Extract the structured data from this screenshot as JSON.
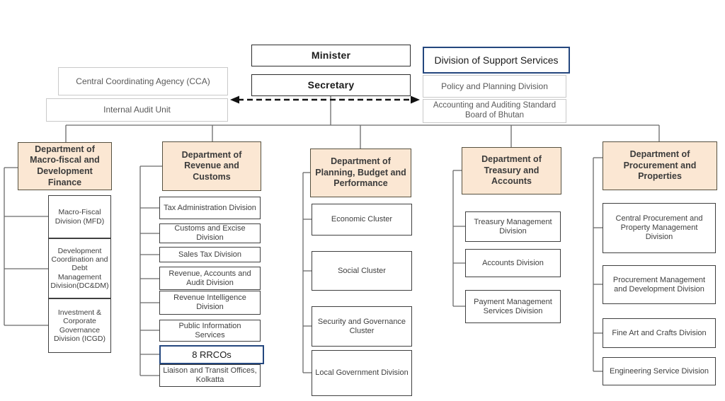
{
  "chart_title": "",
  "colors": {
    "department_fill": "#FBE7D3",
    "department_border": "#56503F",
    "child_border": "#3F3F3F",
    "muted_border": "#C9C9C9",
    "highlight_border": "#24477E",
    "connector_line": "#6A6A6A",
    "dashed_arrow": "#111111"
  },
  "top": {
    "minister": "Minister",
    "secretary": "Secretary",
    "cca": "Central Coordinating Agency (CCA)",
    "internal_audit": "Internal Audit Unit",
    "support_services": "Division of Support Services",
    "policy_planning": "Policy and Planning Division",
    "accounting_board": "Accounting and Auditing Standard Board of Bhutan"
  },
  "departments": [
    {
      "name": "Department of Macro-fiscal and Development Finance",
      "children": [
        "Macro-Fiscal Division (MFD)",
        "Development Coordination and Debt Management Division(DC&DM)",
        "Investment & Corporate Governance Division (ICGD)"
      ]
    },
    {
      "name": "Department of Revenue and Customs",
      "children": [
        "Tax Administration Division",
        "Customs and Excise Division",
        "Sales Tax Division",
        "Revenue, Accounts and Audit Division",
        "Revenue Intelligence Division",
        "Public Information Services",
        "8 RRCOs",
        "Liaison and Transit Offices, Kolkatta"
      ]
    },
    {
      "name": "Department of Planning, Budget and Performance",
      "children": [
        "Economic Cluster",
        "Social Cluster",
        "Security and Governance Cluster",
        "Local Government Division"
      ]
    },
    {
      "name": "Department of Treasury and Accounts",
      "children": [
        "Treasury Management Division",
        "Accounts Division",
        "Payment Management Services Division"
      ]
    },
    {
      "name": "Department of Procurement and Properties",
      "children": [
        "Central Procurement and Property Management Division",
        "Procurement Management and Development Division",
        "Fine Art and Crafts Division",
        "Engineering Service Division"
      ]
    }
  ]
}
